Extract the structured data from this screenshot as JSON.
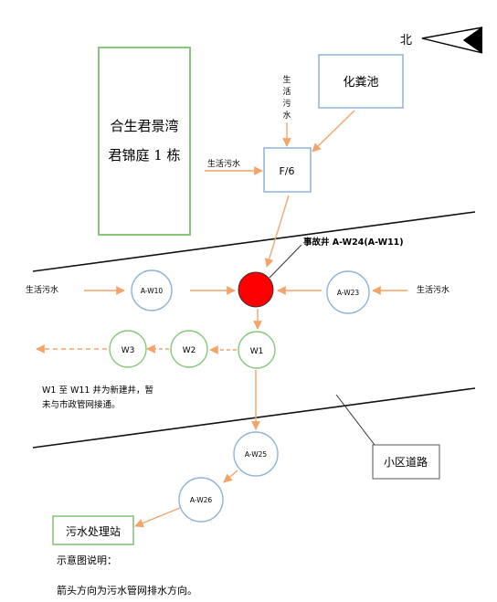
{
  "compass": {
    "label": "北"
  },
  "building": {
    "line1": "合生君景湾",
    "line2": "君锦庭 1 栋"
  },
  "septic_tank": {
    "label": "化粪池"
  },
  "node_f6": {
    "label": "F/6"
  },
  "domestic_sewage": "生活污水",
  "vertical_sewage": [
    "生",
    "活",
    "污",
    "水"
  ],
  "accident_well": {
    "label": "事故井 A-W24(A-W11)",
    "color": "#ff0000"
  },
  "wells": {
    "aw10": "A-W10",
    "aw23": "A-W23",
    "w1": "W1",
    "w2": "W2",
    "w3": "W3",
    "aw25": "A-W25",
    "aw26": "A-W26"
  },
  "note_lines": [
    "W1 至 W11 井为新建井，暂",
    "未与市政管网接通。"
  ],
  "road_label": "小区道路",
  "treatment_station": "污水处理站",
  "legend": {
    "title": "示意图说明：",
    "text": "箭头方向为污水管网排水方向。"
  },
  "colors": {
    "arrow": "#f4a46a",
    "blue_box": "#8db3d8",
    "green": "#86c77a",
    "road_line": "#111111"
  }
}
